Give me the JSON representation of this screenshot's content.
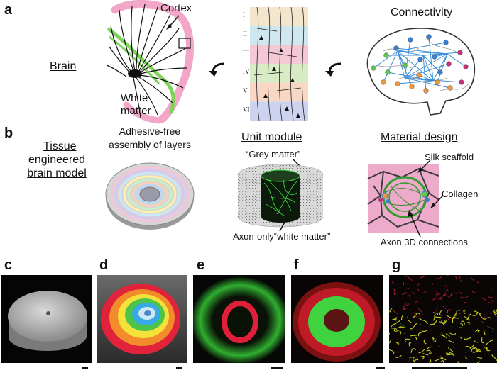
{
  "panels": {
    "a": "a",
    "b": "b",
    "c": "c",
    "d": "d",
    "e": "e",
    "f": "f",
    "g": "g"
  },
  "row_a": {
    "brain_label": "Brain",
    "cortex_label": "Cortex",
    "white_matter_label": "White\nmatter",
    "connectivity_label": "Connectivity",
    "layers": [
      "I",
      "II",
      "III",
      "IV",
      "V",
      "VI"
    ],
    "layer_colors": [
      "#f3e6cc",
      "#cfe8f0",
      "#f5c8d6",
      "#d7ecc4",
      "#f8d8c4",
      "#cdd3ef"
    ],
    "node_colors": [
      "#5fc84b",
      "#3b7fd1",
      "#f0963c",
      "#c8327a"
    ]
  },
  "row_b": {
    "tissue_label": "Tissue\nengineered\nbrain model",
    "adhesive_label": "Adhesive-free\nassembly of layers",
    "unit_module_label": "Unit module",
    "grey_matter_label": "“Grey matter”",
    "axon_only_label": "Axon-only“white matter”",
    "material_design_label": "Material design",
    "silk_label": "Silk scaffold",
    "collagen_label": "Collagen",
    "axon3d_label": "Axon 3D connections",
    "ring_colors": [
      "#f6c3d9",
      "#d9c6f3",
      "#c9e8f9",
      "#fff2a8",
      "#c6f0c6",
      "#f9d0b8",
      "#b9d8f5"
    ]
  },
  "row_c": {
    "accent_colors": {
      "green": "#33d633",
      "red": "#e0203a",
      "yellow": "#d8e020"
    }
  }
}
